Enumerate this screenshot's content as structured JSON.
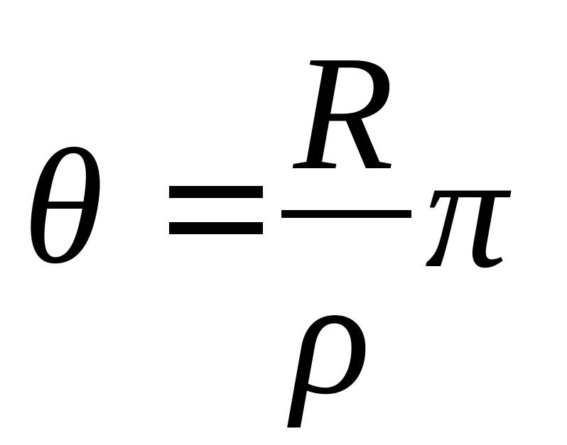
{
  "equation": {
    "lhs": "θ",
    "numerator": "R",
    "denominator": "ρ",
    "factor": "π"
  }
}
